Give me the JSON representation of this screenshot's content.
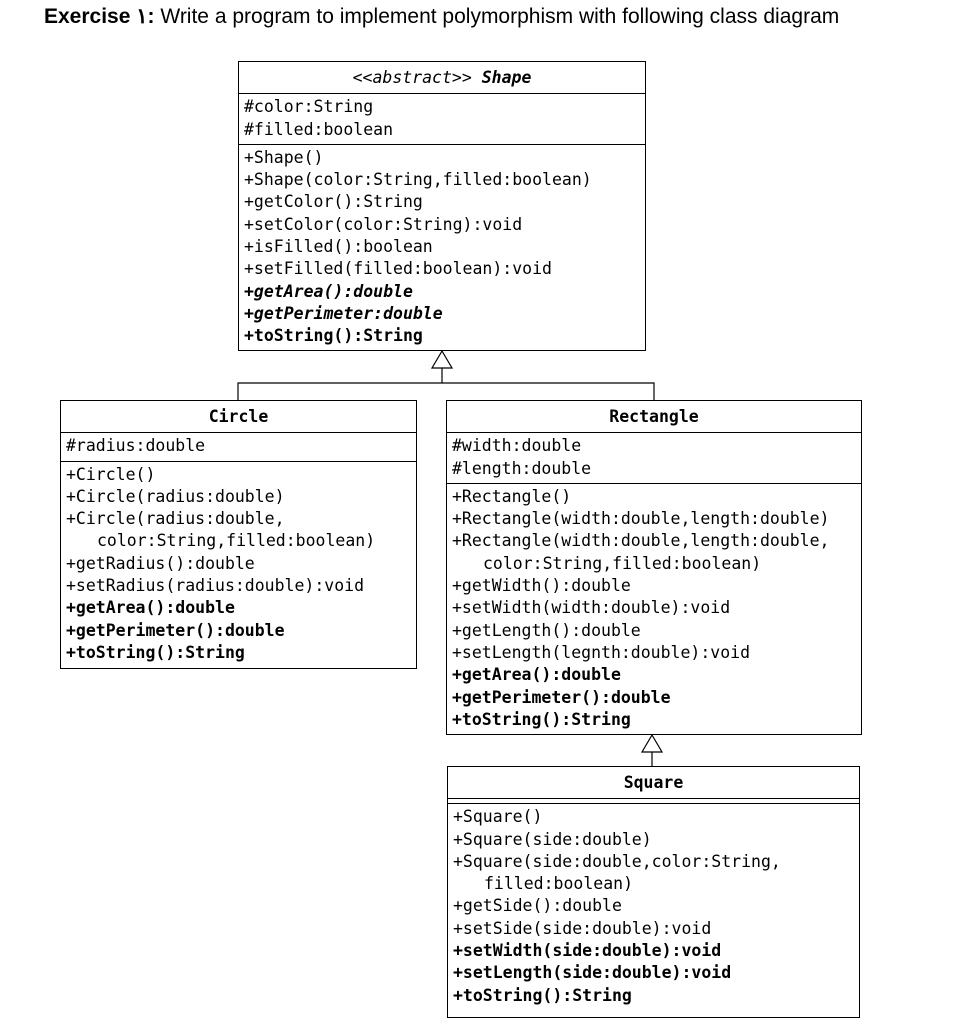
{
  "heading": {
    "lead": "Exercise ١:",
    "text": "Write a program to implement polymorphism with following class diagram"
  },
  "classes": {
    "shape": {
      "stereotype": "<<abstract>>",
      "name": "Shape",
      "attributes": [
        "#color:String",
        "#filled:boolean"
      ],
      "methods": [
        "+Shape()",
        "+Shape(color:String,filled:boolean)",
        "+getColor():String",
        "+setColor(color:String):void",
        "+isFilled():boolean",
        "+setFilled(filled:boolean):void",
        "+getArea():double",
        "+getPerimeter:double",
        "+toString():String"
      ]
    },
    "circle": {
      "name": "Circle",
      "attributes": [
        "#radius:double"
      ],
      "methods": [
        "+Circle()",
        "+Circle(radius:double)",
        "+Circle(radius:double,",
        "color:String,filled:boolean)",
        "+getRadius():double",
        "+setRadius(radius:double):void",
        "+getArea():double",
        "+getPerimeter():double",
        "+toString():String"
      ]
    },
    "rectangle": {
      "name": "Rectangle",
      "attributes": [
        "#width:double",
        "#length:double"
      ],
      "methods": [
        "+Rectangle()",
        "+Rectangle(width:double,length:double)",
        "+Rectangle(width:double,length:double,",
        "color:String,filled:boolean)",
        "+getWidth():double",
        "+setWidth(width:double):void",
        "+getLength():double",
        "+setLength(legnth:double):void",
        "+getArea():double",
        "+getPerimeter():double",
        "+toString():String"
      ]
    },
    "square": {
      "name": "Square",
      "methods": [
        "+Square()",
        "+Square(side:double)",
        "+Square(side:double,color:String,",
        "filled:boolean)",
        "+getSide():double",
        "+setSide(side:double):void",
        "+setWidth(side:double):void",
        "+setLength(side:double):void",
        "+toString():String"
      ]
    }
  }
}
